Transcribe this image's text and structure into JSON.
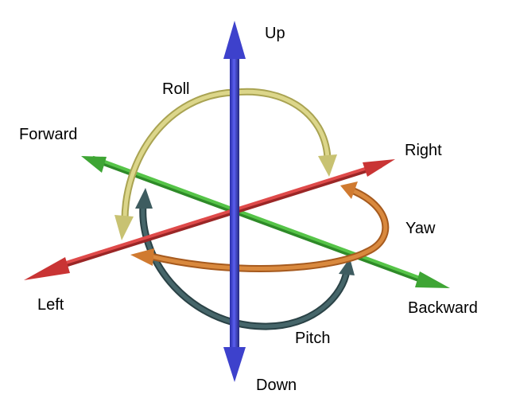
{
  "labels": {
    "up": "Up",
    "down": "Down",
    "left": "Left",
    "right": "Right",
    "forward": "Forward",
    "backward": "Backward",
    "roll": "Roll",
    "pitch": "Pitch",
    "yaw": "Yaw"
  },
  "colors": {
    "vertical_axis": "#3b3fc8",
    "lateral_axis": "#cf3a3a",
    "longitudinal_axis": "#4bb53e",
    "roll_arc": "#d8d27a",
    "pitch_arc": "#3e5c60",
    "yaw_arc": "#d07a30"
  }
}
